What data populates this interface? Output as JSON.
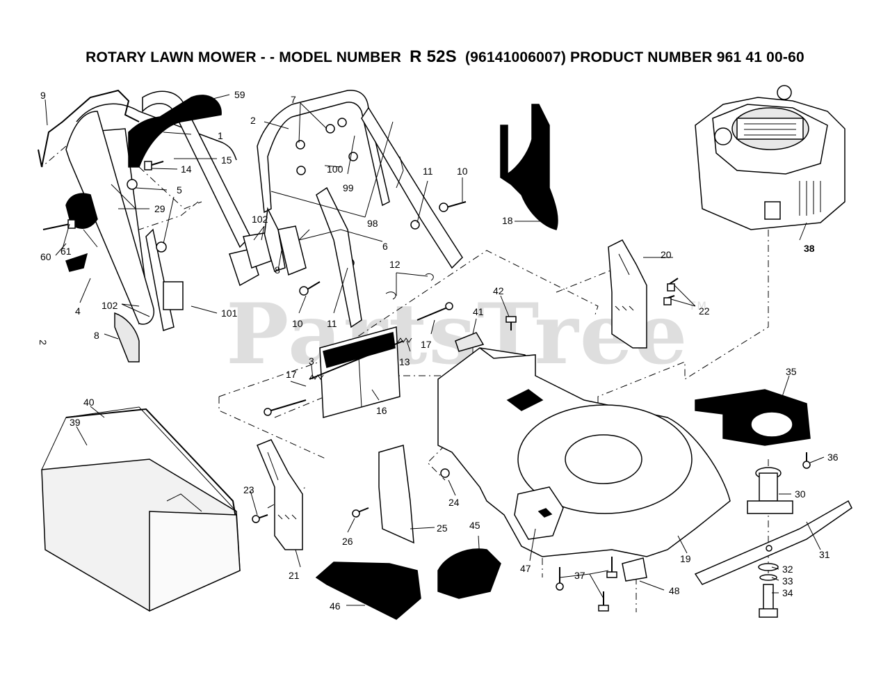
{
  "header": {
    "title_prefix": "ROTARY LAWN MOWER - - MODEL NUMBER",
    "model": "R 52S",
    "title_suffix": "(96141006007) PRODUCT NUMBER 961 41 00-60"
  },
  "watermark": {
    "text": "PartsTree",
    "tm": "TM"
  },
  "side_mark": "2",
  "callouts": {
    "c1": "1",
    "c2": "2",
    "c3": "3",
    "c4": "4",
    "c5": "5",
    "c6": "6",
    "c7": "7",
    "c8a": "8",
    "c8b": "8",
    "c9": "9",
    "c10a": "10",
    "c10b": "10",
    "c11a": "11",
    "c11b": "11",
    "c12": "12",
    "c13": "13",
    "c14": "14",
    "c15": "15",
    "c16": "16",
    "c17a": "17",
    "c17b": "17",
    "c18": "18",
    "c19": "19",
    "c20": "20",
    "c21": "21",
    "c22": "22",
    "c23": "23",
    "c24": "24",
    "c25": "25",
    "c26": "26",
    "c29": "29",
    "c30": "30",
    "c31": "31",
    "c32": "32",
    "c33": "33",
    "c34": "34",
    "c35": "35",
    "c36": "36",
    "c37": "37",
    "c38": "38",
    "c39": "39",
    "c40": "40",
    "c41": "41",
    "c42": "42",
    "c45": "45",
    "c46": "46",
    "c47": "47",
    "c48": "48",
    "c59": "59",
    "c60": "60",
    "c61": "61",
    "c98": "98",
    "c99": "99",
    "c100": "100",
    "c101": "101",
    "c102a": "102",
    "c102b": "102"
  }
}
